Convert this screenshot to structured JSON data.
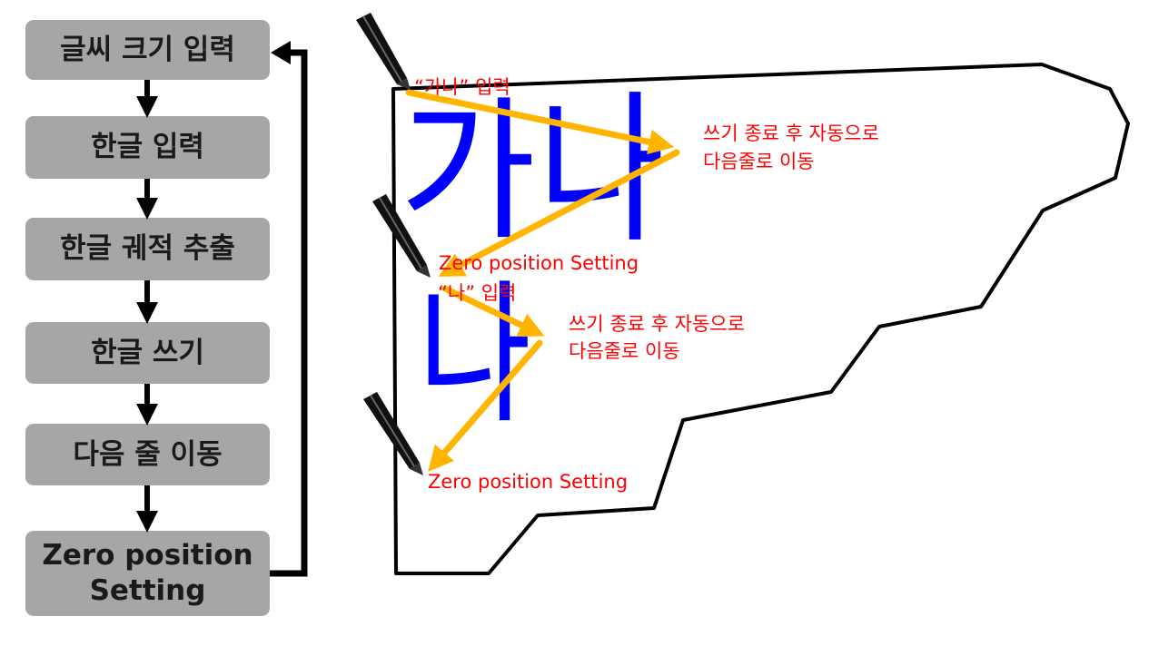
{
  "flowchart": {
    "steps": [
      "글씨 크기 입력",
      "한글 입력",
      "한글 궤적 추출",
      "한글 쓰기",
      "다음 줄 이동",
      "Zero position Setting"
    ]
  },
  "illustration": {
    "glyphs": [
      "가",
      "나",
      "나"
    ],
    "labels": {
      "input_ganna": "“가나” 입력",
      "auto_next_1": "쓰기 종료 후 자동으로",
      "auto_next_1b": "다음줄로 이동",
      "zero_1": "Zero position Setting",
      "input_na": "“나” 입력",
      "auto_next_2": "쓰기 종료 후 자동으로",
      "auto_next_2b": "다음줄로 이동",
      "zero_2": "Zero position Setting"
    }
  },
  "colors": {
    "step_box": "#a6a6a6",
    "arrow": "#000000",
    "glyph": "#0000ff",
    "path_arrow": "#ffb400",
    "note": "#ff0000"
  }
}
